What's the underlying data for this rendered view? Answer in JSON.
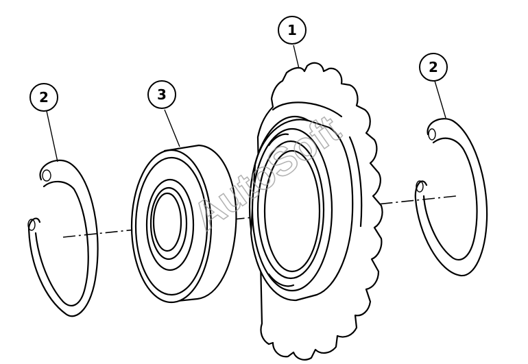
{
  "callouts": [
    {
      "id": "sprocket",
      "number": "1"
    },
    {
      "id": "ring-left",
      "number": "2"
    },
    {
      "id": "bearing",
      "number": "3"
    },
    {
      "id": "ring-right",
      "number": "2"
    }
  ],
  "watermark": {
    "text": "AutoSoft",
    "color": "#9a9a9a"
  },
  "colors": {
    "line": "#000000",
    "background": "#ffffff"
  }
}
